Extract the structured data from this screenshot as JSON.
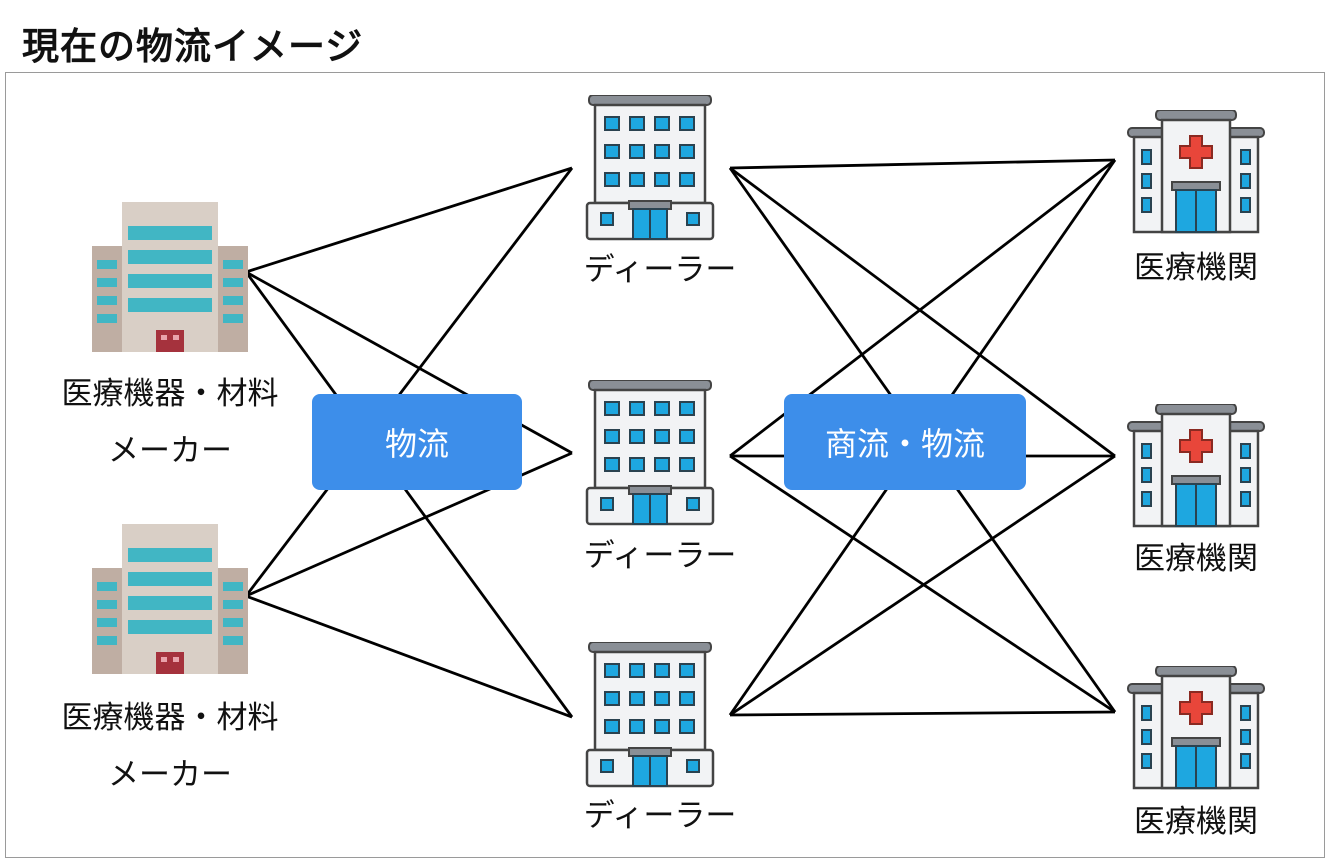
{
  "title": "現在の物流イメージ",
  "makers": [
    {
      "line1": "医療機器・材料",
      "line2": "メーカー"
    },
    {
      "line1": "医療機器・材料",
      "line2": "メーカー"
    }
  ],
  "dealers": [
    {
      "label": "ディーラー"
    },
    {
      "label": "ディーラー"
    },
    {
      "label": "ディーラー"
    }
  ],
  "hospitals": [
    {
      "label": "医療機関"
    },
    {
      "label": "医療機関"
    },
    {
      "label": "医療機関"
    }
  ],
  "flow_tags": {
    "left": "物流",
    "right": "商流・物流"
  },
  "colors": {
    "tag": "#3d8eea",
    "hospital_cross": "#e8463a",
    "dealer_window": "#1ea7e0",
    "factory_band": "#41b6c4"
  },
  "icons": [
    "factory-icon",
    "office-building-icon",
    "hospital-icon"
  ]
}
